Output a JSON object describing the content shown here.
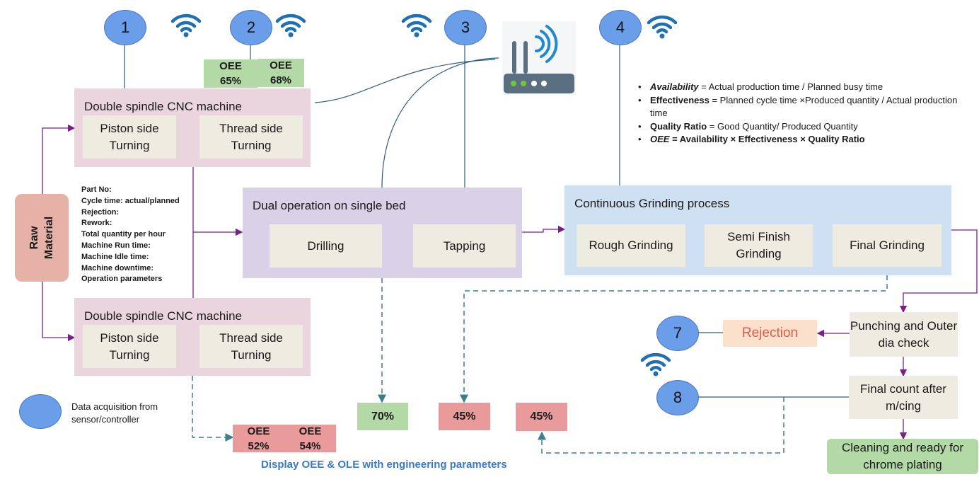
{
  "circles": [
    "1",
    "2",
    "3",
    "4",
    "7",
    "8"
  ],
  "router": {
    "icon": "wifi-router-icon"
  },
  "cnc1": {
    "title": "Double spindle CNC machine",
    "op1": "Piston side Turning",
    "op2": "Thread side Turning"
  },
  "cnc2": {
    "title": "Double spindle CNC machine",
    "op1": "Piston side Turning",
    "op2": "Thread side Turning"
  },
  "oee_top": [
    {
      "label": "OEE",
      "value": "65%"
    },
    {
      "label": "OEE",
      "value": "68%"
    }
  ],
  "oee_bottom": [
    {
      "label": "OEE",
      "value": "52%"
    },
    {
      "label": "OEE",
      "value": "54%"
    }
  ],
  "raw_material": "Raw\nMaterial",
  "parameters": [
    "Part No:",
    "Cycle time: actual/planned",
    "Rejection:",
    "Rework:",
    "Total quantity per hour",
    "Machine Run time:",
    "Machine Idle time:",
    "Machine downtime:",
    "Operation parameters"
  ],
  "dual": {
    "title": "Dual operation on single bed",
    "op1": "Drilling",
    "op2": "Tapping"
  },
  "grinding": {
    "title": "Continuous Grinding process",
    "op1": "Rough Grinding",
    "op2": "Semi Finish Grinding",
    "op3": "Final Grinding"
  },
  "definitions": [
    {
      "term": "Availability",
      "text": " = Actual production time / Planned busy time"
    },
    {
      "term": "Effectiveness",
      "text": " = Planned cycle time ×Produced quantity / Actual production time"
    },
    {
      "term": "Quality Ratio",
      "text": " = Good Quantity/ Produced Quantity"
    },
    {
      "term": "OEE",
      "text": " = Availability × Effectiveness × Quality Ratio"
    }
  ],
  "punching": "Punching and Outer dia check",
  "rejection": "Rejection",
  "final_count": "Final count after m/cing",
  "cleaning": "Cleaning and ready for chrome plating",
  "percentages": [
    "70%",
    "45%",
    "45%"
  ],
  "legend": "Data acquisition from sensor/controller",
  "caption": "Display OEE & OLE with engineering parameters",
  "colors": {
    "circle": "#6b9ee8",
    "wifi": "#1f6fb2",
    "connector_purple": "#7a1f8a",
    "dashed_teal": "#3c7f8c",
    "caption_blue": "#3a78d0",
    "rejection_text": "#e05a4a"
  }
}
